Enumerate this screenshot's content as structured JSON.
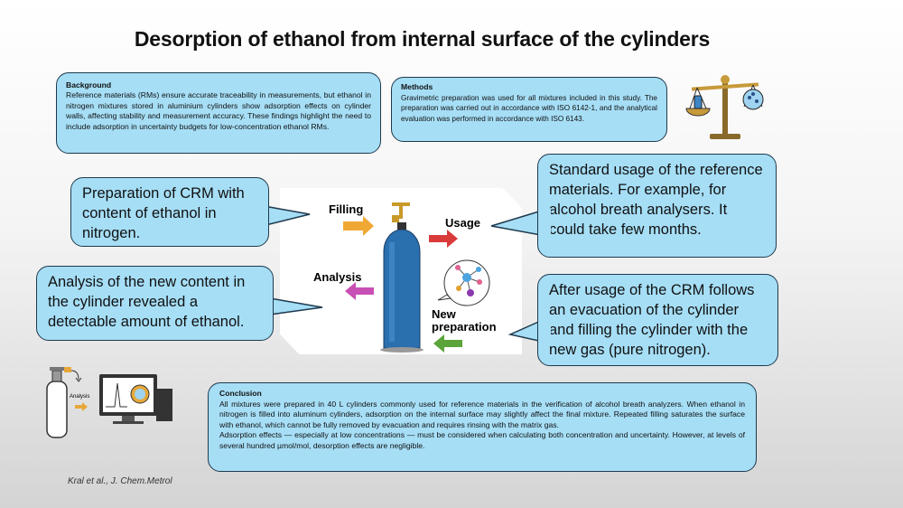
{
  "title": "Desorption of ethanol from internal surface of the cylinders",
  "background": {
    "heading": "Background",
    "text": "Reference materials (RMs) ensure accurate traceability in measurements, but ethanol in nitrogen mixtures stored in aluminium cylinders show adsorption effects on cylinder walls, affecting stability and measurement accuracy. These findings highlight the need to include adsorption in uncertainty budgets for low-concentration ethanol RMs."
  },
  "methods": {
    "heading": "Methods",
    "text": "Gravimetric preparation was used for all mixtures included in this study. The preparation was carried out in accordance with ISO 6142-1, and the analytical evaluation was performed in accordance with ISO 6143."
  },
  "callouts": {
    "preparation": "Preparation of CRM with content of ethanol in nitrogen.",
    "usage": "Standard usage of the reference materials. For example, for alcohol breath analysers. It could take few months.",
    "analysis": "Analysis of the new content in the cylinder revealed a detectable amount of ethanol.",
    "evacuation": "After usage of the CRM follows an evacuation of the cylinder and filling the cylinder with the new gas (pure nitrogen)."
  },
  "diagram": {
    "filling": "Filling",
    "usage": "Usage",
    "analysis": "Analysis",
    "new_preparation_1": "New",
    "new_preparation_2": "preparation"
  },
  "analysis_icon_label": "Analysis",
  "conclusion": {
    "heading": "Conclusion",
    "p1": "All mixtures were prepared in 40 L cylinders commonly used for reference materials in the verification of alcohol breath analyzers. When ethanol in nitrogen is filled into aluminum cylinders, adsorption on the internal surface may slightly affect the final mixture. Repeated filling saturates the surface with ethanol, which cannot be fully removed by evacuation and requires rinsing with the matrix gas.",
    "p2": "Adsorption effects — especially at low concentrations — must be considered when calculating both concentration and uncertainty. However, at levels of several hundred µmol/mol, desorption effects are negligible."
  },
  "citation": "Kral et al., J. Chem.Metrol"
}
